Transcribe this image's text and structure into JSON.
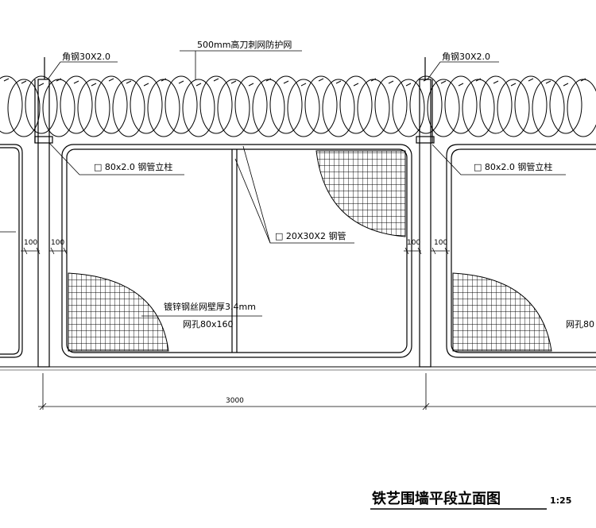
{
  "labels": {
    "angle_steel_left": "角钢30X2.0",
    "angle_steel_right": "角钢30X2.0",
    "razor_wire": "500mm高刀刺网防护网",
    "post_left": "□ 80x2.0 钢管立柱",
    "post_right": "□ 80x2.0 钢管立柱",
    "tube": "□ 20X30X2 钢管",
    "mesh_spec": "镀锌钢丝网壁厚3.4mm",
    "mesh_hole": "网孔80x160",
    "mesh_hole_right": "网孔80",
    "gap_1": "100",
    "gap_2": "100",
    "gap_3": "100",
    "gap_4": "100",
    "dimension": "3000"
  },
  "title": {
    "text": "铁艺围墙平段立面图",
    "scale": "1:25"
  }
}
